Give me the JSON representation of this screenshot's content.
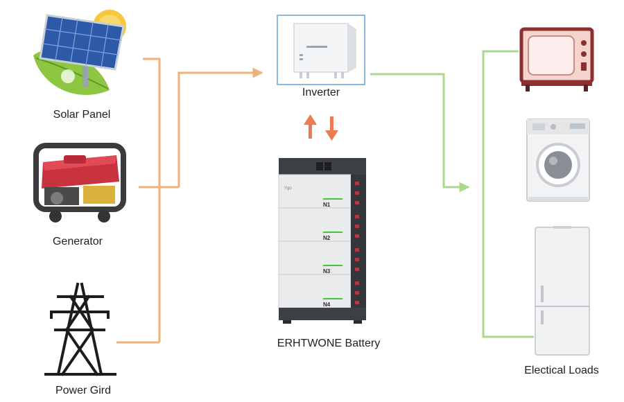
{
  "sources": [
    {
      "id": "solar",
      "label": "Solar Panel",
      "icon": "solar-panel-icon"
    },
    {
      "id": "generator",
      "label": "Generator",
      "icon": "generator-icon"
    },
    {
      "id": "grid",
      "label": "Power Gird",
      "icon": "power-tower-icon"
    }
  ],
  "inverter": {
    "label": "Inverter",
    "icon": "inverter-icon"
  },
  "battery": {
    "label": "ERHTWONE Battery",
    "icon": "battery-stack-icon",
    "brand": "Ygo",
    "modules": [
      "N1",
      "N2",
      "N3",
      "N4"
    ]
  },
  "loads": {
    "label": "Electical Loads",
    "items": [
      {
        "id": "tv",
        "icon": "tv-icon"
      },
      {
        "id": "washer",
        "icon": "washing-machine-icon"
      },
      {
        "id": "fridge",
        "icon": "refrigerator-icon"
      }
    ]
  },
  "colors": {
    "source_line": "#f0b27a",
    "load_line": "#a9d98f",
    "battery_arrow": "#ee7a52",
    "inverter_frame": "#8fb8de",
    "module_accent": "#3cc83c"
  }
}
